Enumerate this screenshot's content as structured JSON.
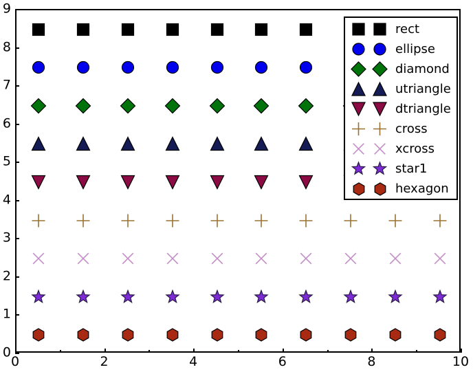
{
  "chart_data": {
    "type": "scatter",
    "title": "",
    "xlabel": "",
    "ylabel": "",
    "xlim": [
      0,
      10
    ],
    "ylim": [
      0,
      9
    ],
    "grid": false,
    "legend_position": "upper right",
    "x_ticks": [
      0,
      2,
      4,
      6,
      8,
      10
    ],
    "x_tick_labels": [
      "0",
      "2",
      "4",
      "6",
      "8",
      "10"
    ],
    "x_minor_ticks": [
      1,
      3,
      5,
      7,
      9
    ],
    "y_ticks": [
      0,
      1,
      2,
      3,
      4,
      5,
      6,
      7,
      8,
      9
    ],
    "y_tick_labels": [
      "0",
      "1",
      "2",
      "3",
      "4",
      "5",
      "6",
      "7",
      "8",
      "9"
    ],
    "x": [
      0.5,
      1.5,
      2.5,
      3.5,
      4.5,
      5.5,
      6.5,
      7.5,
      8.5,
      9.5
    ],
    "series": [
      {
        "name": "rect",
        "marker": "square",
        "y_value": 8.5,
        "values": [
          8.5,
          8.5,
          8.5,
          8.5,
          8.5,
          8.5,
          8.5,
          8.5,
          8.5,
          8.5
        ],
        "face_color": "#000000",
        "edge_color": "#000000",
        "size": 17
      },
      {
        "name": "ellipse",
        "marker": "circle",
        "y_value": 7.5,
        "values": [
          7.5,
          7.5,
          7.5,
          7.5,
          7.5,
          7.5,
          7.5,
          7.5,
          7.5,
          7.5
        ],
        "face_color": "#0000ee",
        "edge_color": "#000000",
        "size": 17
      },
      {
        "name": "diamond",
        "marker": "diamond",
        "y_value": 6.5,
        "values": [
          6.5,
          6.5,
          6.5,
          6.5,
          6.5,
          6.5,
          6.5,
          6.5,
          6.5,
          6.5
        ],
        "face_color": "#00730b",
        "edge_color": "#000000",
        "size": 21
      },
      {
        "name": "utriangle",
        "marker": "triangle-up",
        "y_value": 5.5,
        "values": [
          5.5,
          5.5,
          5.5,
          5.5,
          5.5,
          5.5,
          5.5,
          5.5,
          5.5,
          5.5
        ],
        "face_color": "#141B55",
        "edge_color": "#000000",
        "size": 19
      },
      {
        "name": "dtriangle",
        "marker": "triangle-down",
        "y_value": 4.5,
        "values": [
          4.5,
          4.5,
          4.5,
          4.5,
          4.5,
          4.5,
          4.5,
          4.5,
          4.5,
          4.5
        ],
        "face_color": "#8C0B45",
        "edge_color": "#000000",
        "size": 19
      },
      {
        "name": "cross",
        "marker": "plus",
        "y_value": 3.5,
        "values": [
          3.5,
          3.5,
          3.5,
          3.5,
          3.5,
          3.5,
          3.5,
          3.5,
          3.5,
          3.5
        ],
        "face_color": "none",
        "edge_color": "#9a7230",
        "size": 19
      },
      {
        "name": "xcross",
        "marker": "x",
        "y_value": 2.5,
        "values": [
          2.5,
          2.5,
          2.5,
          2.5,
          2.5,
          2.5,
          2.5,
          2.5,
          2.5,
          2.5
        ],
        "face_color": "none",
        "edge_color": "#c48fc9",
        "size": 19
      },
      {
        "name": "star1",
        "marker": "star",
        "y_value": 1.5,
        "values": [
          1.5,
          1.5,
          1.5,
          1.5,
          1.5,
          1.5,
          1.5,
          1.5,
          1.5,
          1.5
        ],
        "face_color": "#7d2bd6",
        "edge_color": "#2a1a45",
        "size": 19
      },
      {
        "name": "hexagon",
        "marker": "hexagon",
        "y_value": 0.5,
        "values": [
          0.5,
          0.5,
          0.5,
          0.5,
          0.5,
          0.5,
          0.5,
          0.5,
          0.5,
          0.5
        ],
        "face_color": "#a82a12",
        "edge_color": "#000000",
        "size": 18
      }
    ],
    "legend_entries": [
      {
        "label": "rect",
        "marker": "square"
      },
      {
        "label": "ellipse",
        "marker": "circle"
      },
      {
        "label": "diamond",
        "marker": "diamond"
      },
      {
        "label": "utriangle",
        "marker": "triangle-up"
      },
      {
        "label": "dtriangle",
        "marker": "triangle-down"
      },
      {
        "label": "cross",
        "marker": "plus"
      },
      {
        "label": "xcross",
        "marker": "x"
      },
      {
        "label": "star1",
        "marker": "star"
      },
      {
        "label": "hexagon",
        "marker": "hexagon"
      }
    ]
  }
}
